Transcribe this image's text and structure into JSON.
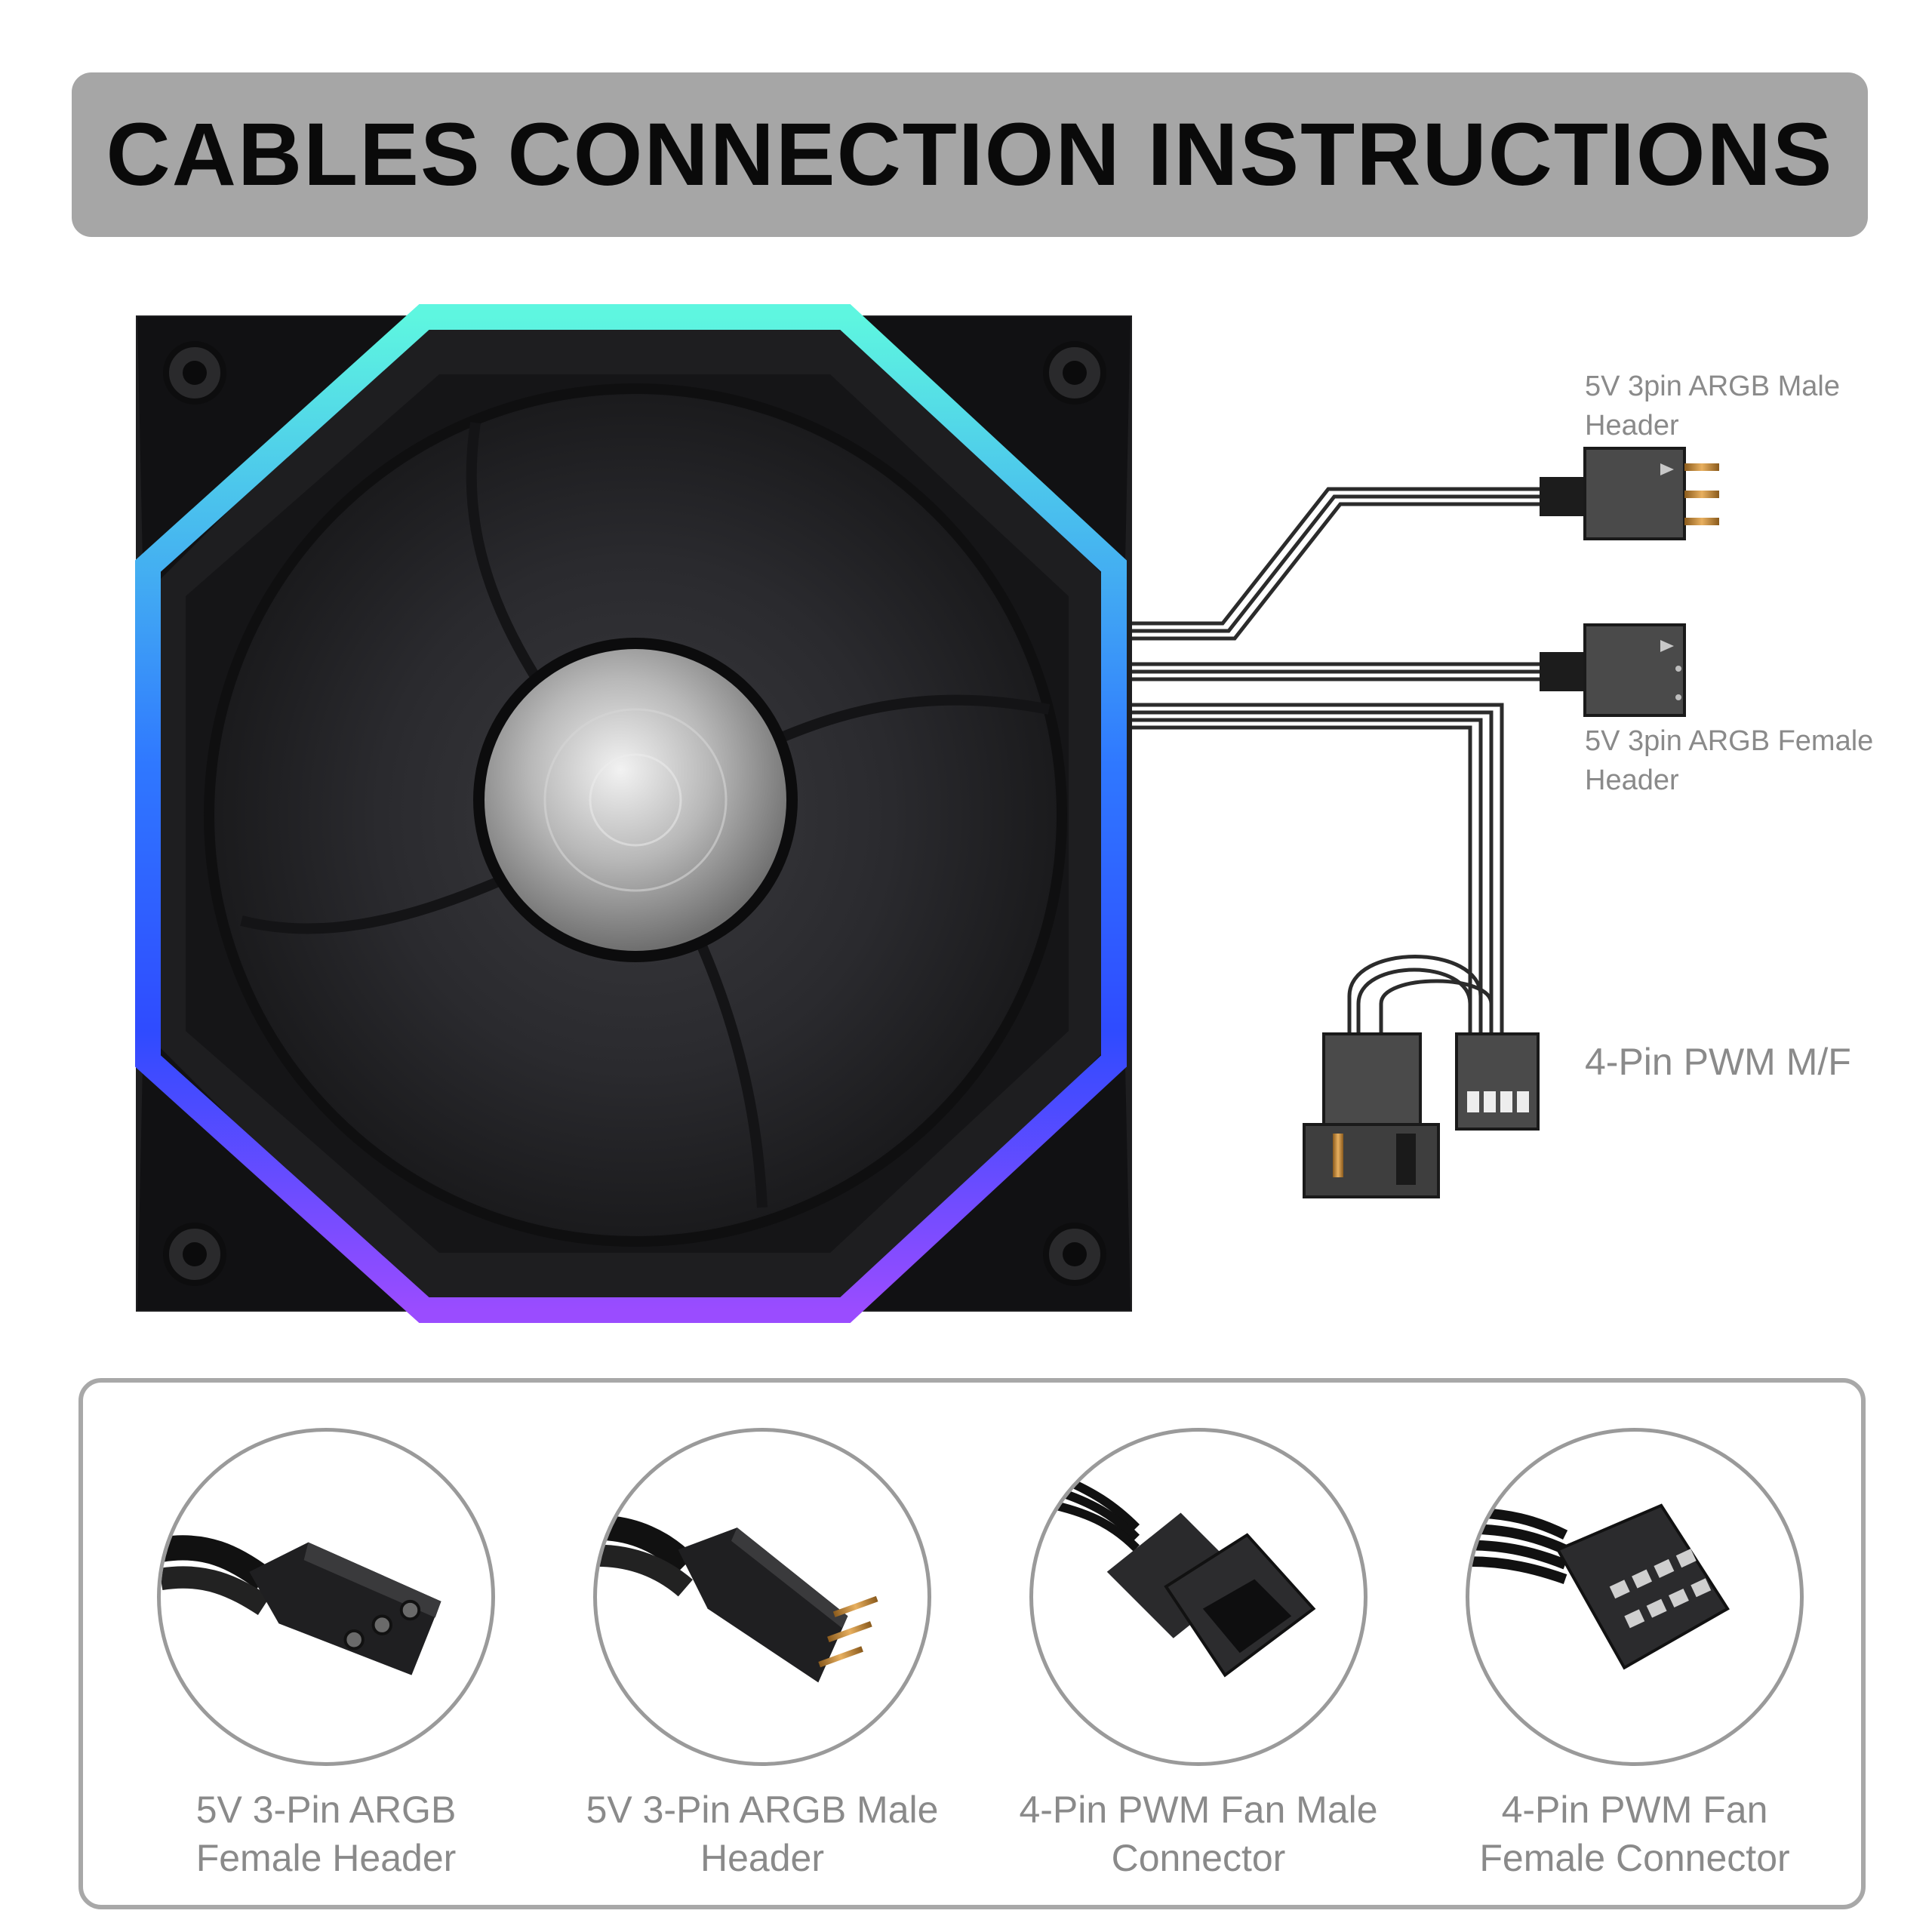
{
  "header": {
    "title": "CABLES CONNECTION INSTRUCTIONS"
  },
  "callouts": {
    "argb_male": "5V 3pin ARGB Male Header",
    "argb_female": "5V 3pin ARGB Female Header",
    "pwm": "4-Pin PWM M/F"
  },
  "connectors": [
    {
      "label": "5V 3-Pin ARGB Female Header",
      "icon": "argb-female-connector-icon"
    },
    {
      "label": "5V 3-Pin ARGB Male Header",
      "icon": "argb-male-connector-icon"
    },
    {
      "label": "4-Pin PWM Fan Male Connector",
      "icon": "pwm-male-connector-icon"
    },
    {
      "label": "4-Pin PWM Fan Female Connector",
      "icon": "pwm-female-connector-icon"
    }
  ],
  "colors": {
    "banner": "#a6a6a6",
    "text_gray": "#8a8a8a",
    "rgb_cyan": "#5ef6e0",
    "rgb_blue": "#2f5bff",
    "rgb_purple": "#9a4cff",
    "fan_body": "#1b1b1d"
  }
}
